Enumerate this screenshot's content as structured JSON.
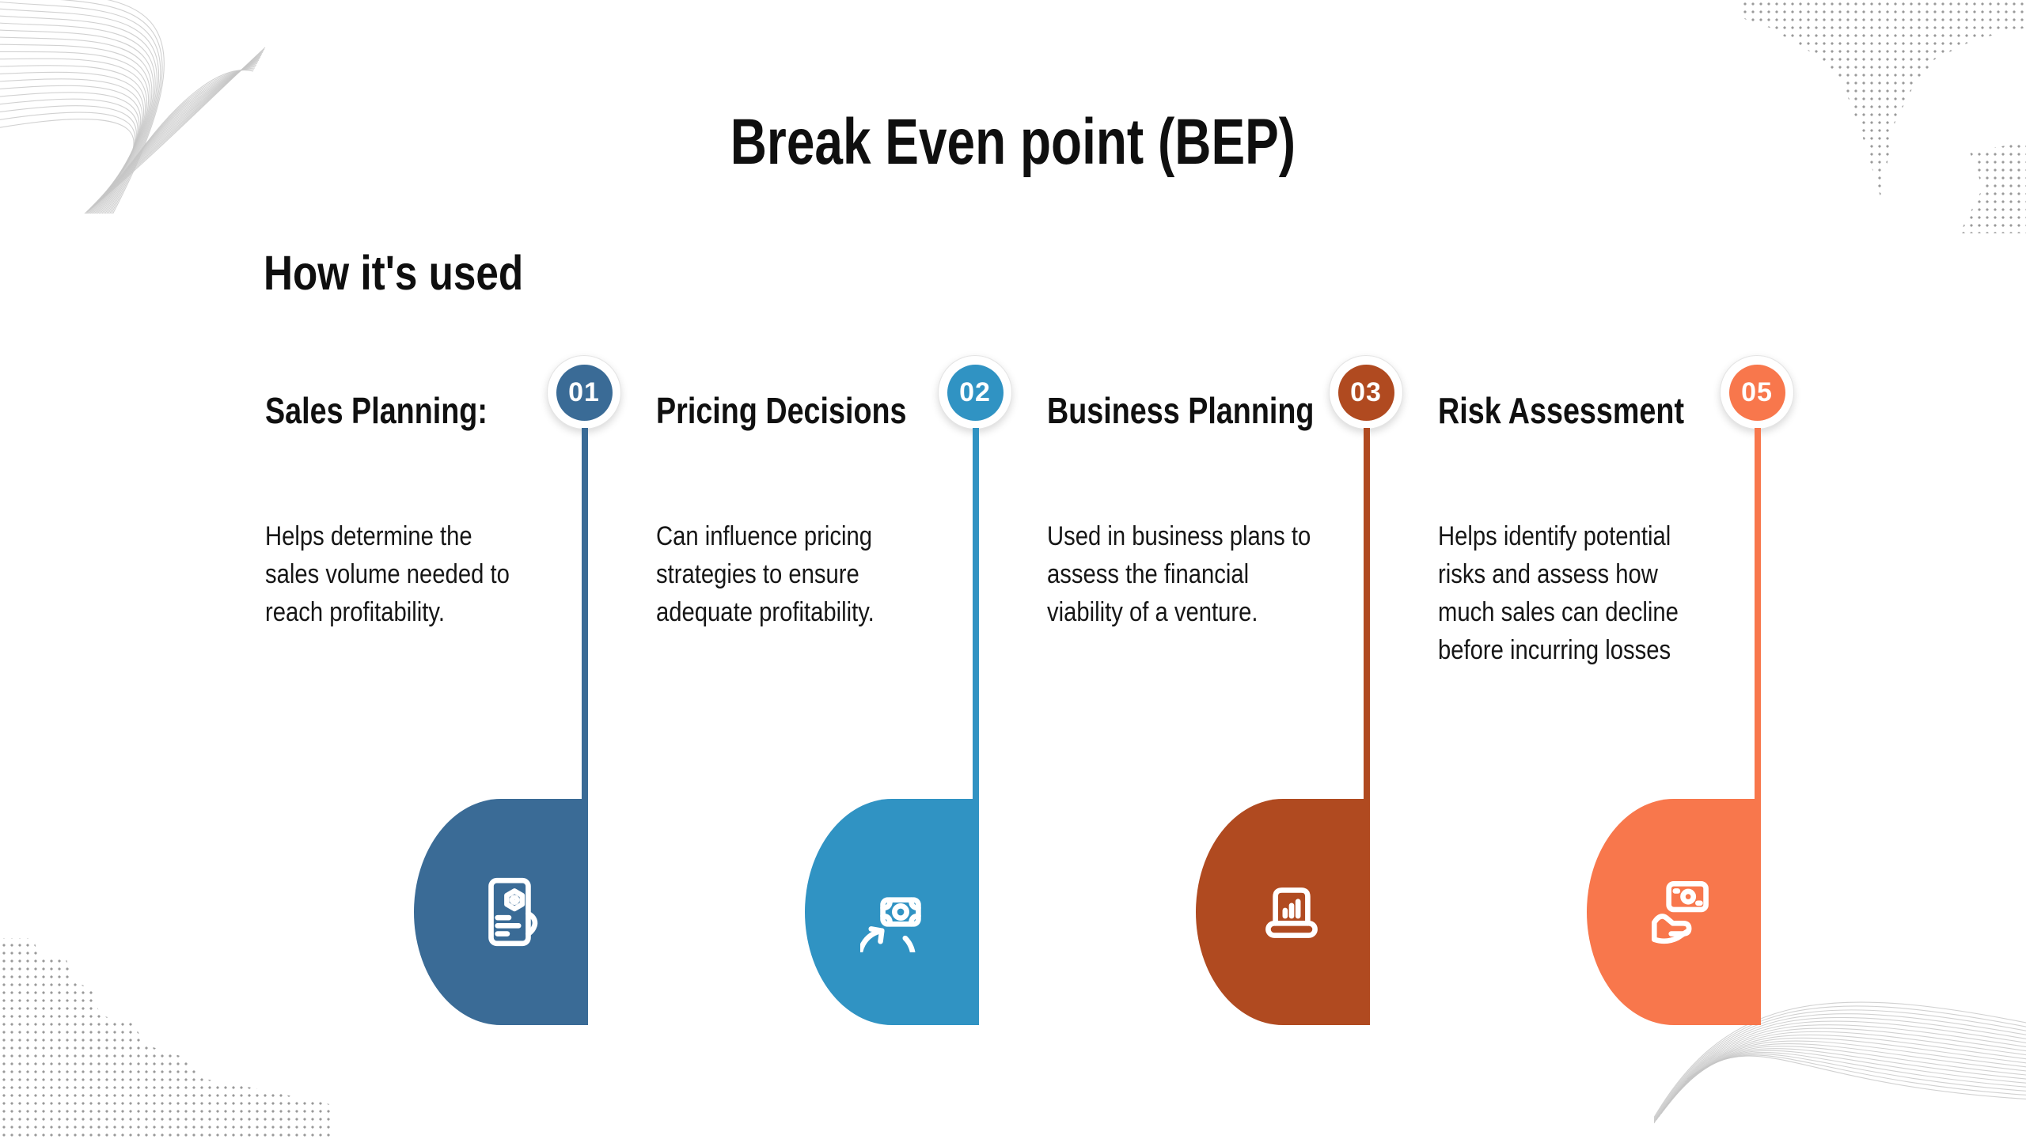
{
  "page": {
    "title": "Break Even point (BEP)",
    "section_heading": "How it's used",
    "background_color": "#ffffff"
  },
  "decorations": {
    "line_color": "#c6c6c6",
    "dot_color": "#9a9a9a",
    "corner_elements": [
      "swirl-lines-top-left",
      "dot-map-top-right",
      "dot-map-bottom-left",
      "wave-lines-bottom-right"
    ]
  },
  "columns": [
    {
      "number": "01",
      "title": "Sales Planning:",
      "description": "Helps determine the\nsales volume needed to\nreach profitability.",
      "color": "#3A6B96",
      "icon": "document-invoice-icon"
    },
    {
      "number": "02",
      "title": "Pricing Decisions",
      "description": "Can influence pricing\nstrategies to ensure\nadequate profitability.",
      "color": "#3093C3",
      "icon": "money-cycle-icon"
    },
    {
      "number": "03",
      "title": "Business Planning",
      "description": "Used in business plans to\nassess the financial\nviability of a venture.",
      "color": "#B04A20",
      "icon": "laptop-chart-icon"
    },
    {
      "number": "05",
      "title": "Risk Assessment",
      "description": "Helps identify potential\nrisks and assess how\nmuch sales can decline\nbefore incurring losses",
      "color": "#F8774C",
      "icon": "cash-hand-icon"
    }
  ]
}
